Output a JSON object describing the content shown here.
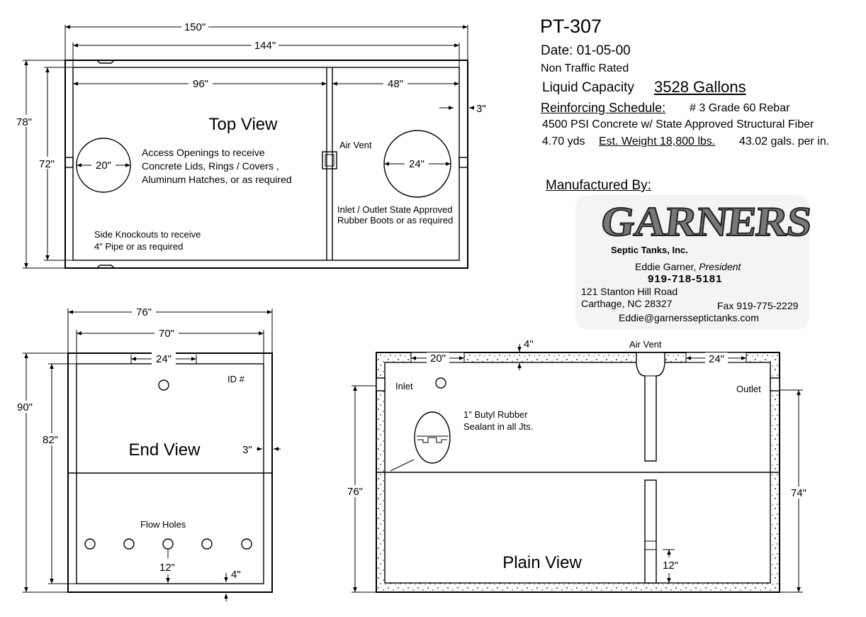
{
  "header": {
    "model": "PT-307",
    "date": "Date: 01-05-00",
    "rating": "Non Traffic Rated",
    "liquid_capacity_label": "Liquid Capacity",
    "liquid_capacity_value": "3528 Gallons",
    "reinforcing_label": "Reinforcing Schedule:",
    "reinforcing_value": "# 3 Grade 60 Rebar",
    "concrete": "4500 PSI Concrete w/ State Approved Structural Fiber",
    "yards": "4.70 yds",
    "weight": "Est. Weight 18,800 lbs.",
    "per_inch": "43.02 gals. per in."
  },
  "manufacturer": {
    "heading": "Manufactured By:",
    "logo": "GARNERS",
    "company": "Septic Tanks, Inc.",
    "person": "Eddie Garner,",
    "person_title": "President",
    "phone": "919-718-5181",
    "address1": "121 Stanton Hill Road",
    "address2": "Carthage, NC 28327",
    "fax": "Fax 919-775-2229",
    "email": "Eddie@garnersseptictanks.com"
  },
  "top_view": {
    "title": "Top View",
    "dim_150": "150\"",
    "dim_144": "144\"",
    "dim_96": "96\"",
    "dim_48": "48\"",
    "dim_3": "3\"",
    "dim_78": "78\"",
    "dim_72": "72\"",
    "dim_20": "20\"",
    "dim_24": "24\"",
    "access_note_1": "Access Openings to receive",
    "access_note_2": "Concrete Lids,  Rings / Covers ,",
    "access_note_3": "Aluminum Hatches, or as required",
    "air_vent": "Air Vent",
    "inlet_note_1": "Inlet / Outlet  State Approved",
    "inlet_note_2": "Rubber Boots or as required",
    "knockout_note_1": "Side Knockouts to receive",
    "knockout_note_2": "4\" Pipe or as required"
  },
  "end_view": {
    "title": "End View",
    "dim_76": "76\"",
    "dim_70": "70\"",
    "dim_24": "24\"",
    "dim_90": "90\"",
    "dim_82": "82\"",
    "dim_3": "3\"",
    "dim_12": "12\"",
    "dim_4": "4\"",
    "id": "ID #",
    "flow_holes": "Flow Holes"
  },
  "plain_view": {
    "title": "Plain View",
    "dim_4": "4\"",
    "dim_20": "20\"",
    "dim_24": "24\"",
    "dim_76": "76\"",
    "dim_74": "74\"",
    "dim_12": "12\"",
    "air_vent": "Air Vent",
    "inlet": "Inlet",
    "outlet": "Outlet",
    "sealant_1": "1\" Butyl Rubber",
    "sealant_2": "Sealant in all Jts."
  }
}
